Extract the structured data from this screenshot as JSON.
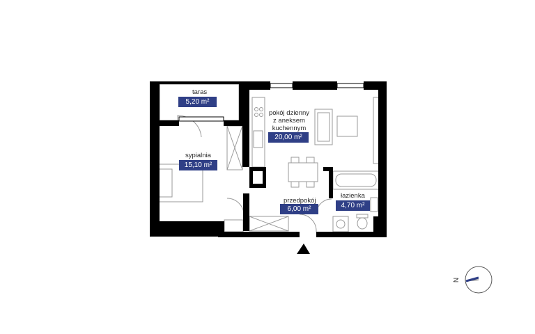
{
  "rooms": {
    "taras": {
      "name": "taras",
      "area": "5,20 m²"
    },
    "sypialnia": {
      "name": "sypialnia",
      "area": "15,10 m²"
    },
    "pokoj": {
      "name_line1": "pokój dzienny",
      "name_line2": "z aneksem",
      "name_line3": "kuchennym",
      "area": "20,00 m²"
    },
    "przedpokoj": {
      "name": "przedpokój",
      "area": "6,00 m²"
    },
    "lazienka": {
      "name": "łazienka",
      "area": "4,70 m²"
    }
  },
  "compass": {
    "letter": "N"
  },
  "colors": {
    "wall": "#000000",
    "badge": "#2f3f86",
    "fixture": "#9a9a9a",
    "needle": "#2f3f86"
  }
}
